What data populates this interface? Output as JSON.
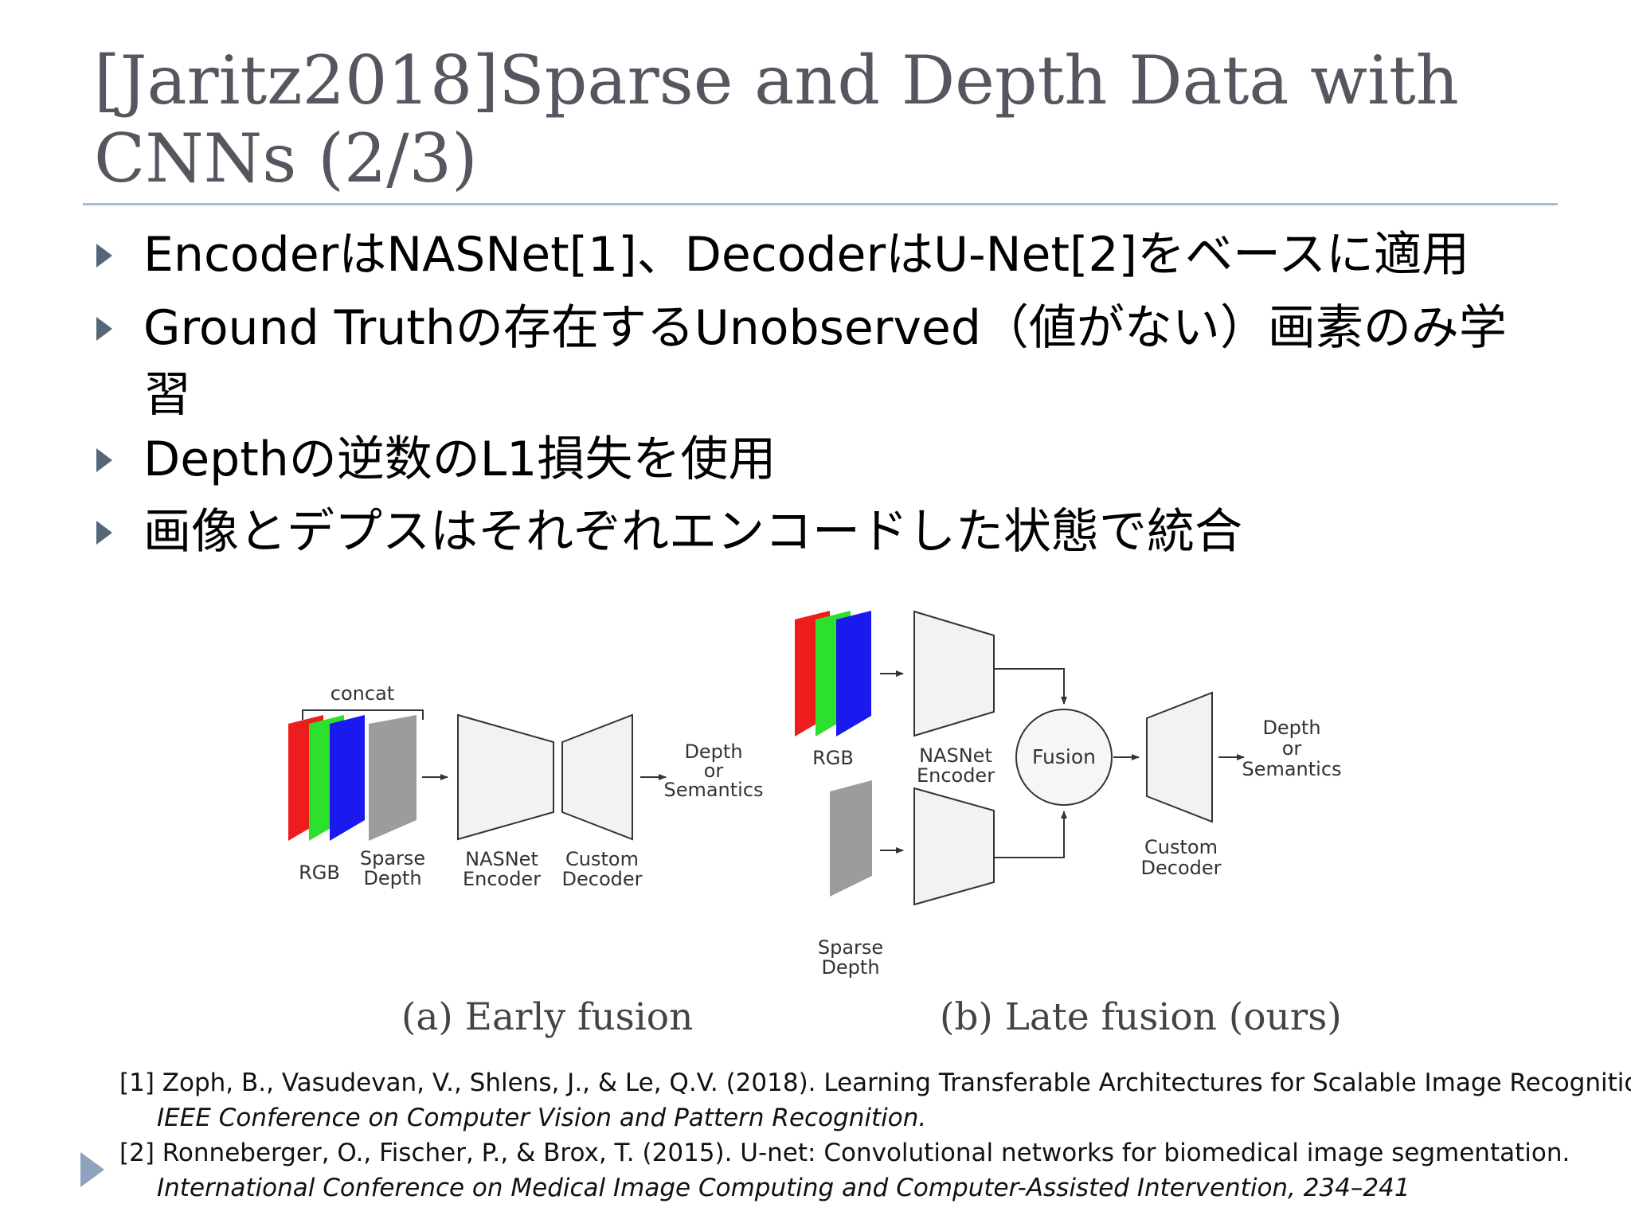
{
  "title": "[Jaritz2018]Sparse and Depth Data with CNNs (2/3)",
  "bullets": [
    {
      "text": "EncoderはNASNet[1]、DecoderはU-Net[2]をベースに適用"
    },
    {
      "text": "Ground Truthの存在するUnobserved（値がない）画素のみ学習"
    },
    {
      "text": "Depthの逆数のL1損失を使用"
    },
    {
      "text": "画像とデプスはそれぞれエンコードした状態で統合"
    }
  ],
  "figure": {
    "early": {
      "concat": "concat",
      "rgb": "RGB",
      "sparse_1": "Sparse",
      "sparse_2": "Depth",
      "encoder_1": "NASNet",
      "encoder_2": "Encoder",
      "decoder_1": "Custom",
      "decoder_2": "Decoder",
      "output_1": "Depth",
      "output_2": "or",
      "output_3": "Semantics",
      "caption": "(a) Early fusion"
    },
    "late": {
      "rgb": "RGB",
      "sparse_1": "Sparse",
      "sparse_2": "Depth",
      "encoder_1": "NASNet",
      "encoder_2": "Encoder",
      "fusion": "Fusion",
      "decoder_1": "Custom",
      "decoder_2": "Decoder",
      "output_1": "Depth",
      "output_2": "or",
      "output_3": "Semantics",
      "caption": "(b) Late fusion (ours)"
    },
    "colors": {
      "red": "#ee1c1c",
      "green": "#2ee02e",
      "blue": "#1a1aee",
      "gray": "#9c9c9c",
      "block_fill": "#f2f2f4",
      "block_stroke": "#333333"
    }
  },
  "references": [
    {
      "num": "[1]",
      "line1": "Zoph, B., Vasudevan, V., Shlens, J., & Le, Q.V. (2018). Learning Transferable Architectures for Scalable Image Recognition.",
      "line2": "IEEE Conference on Computer Vision and Pattern Recognition."
    },
    {
      "num": "[2]",
      "line1": "Ronneberger, O., Fischer, P., & Brox, T. (2015). U-net: Convolutional networks for biomedical image segmentation.",
      "line2": "International Conference on Medical Image Computing and Computer-Assisted Intervention, 234–241"
    }
  ]
}
